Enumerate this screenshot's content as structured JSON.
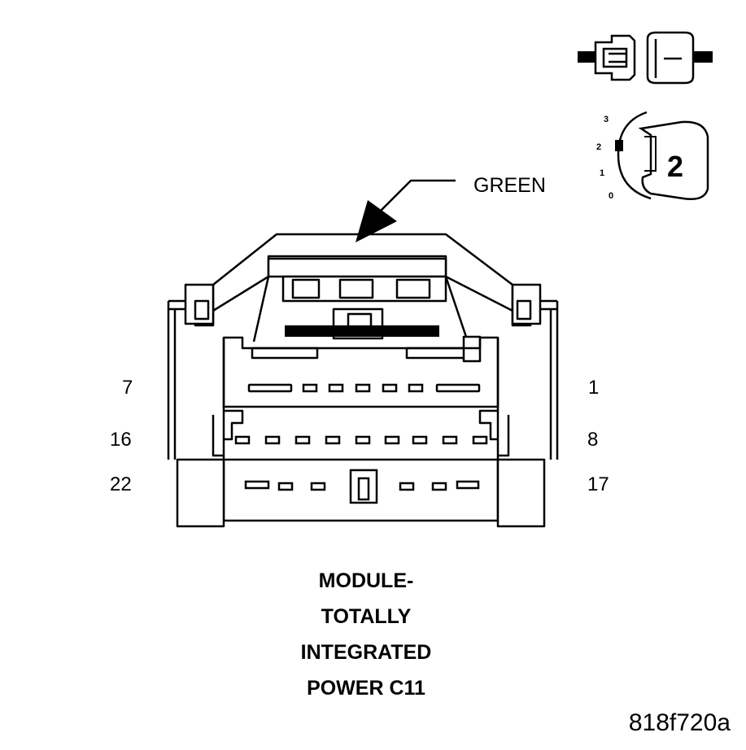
{
  "callout": {
    "color_label": "GREEN"
  },
  "pins": {
    "row1_left": "7",
    "row1_right": "1",
    "row2_left": "16",
    "row2_right": "8",
    "row3_left": "22",
    "row3_right": "17"
  },
  "caption": {
    "lines": [
      "MODULE-",
      "TOTALLY",
      "INTEGRATED",
      "POWER C11"
    ]
  },
  "figure_id": "818f720a",
  "connector_icon": {
    "scale_numbers": [
      "3",
      "2",
      "1",
      "0"
    ],
    "view_number": "2"
  }
}
